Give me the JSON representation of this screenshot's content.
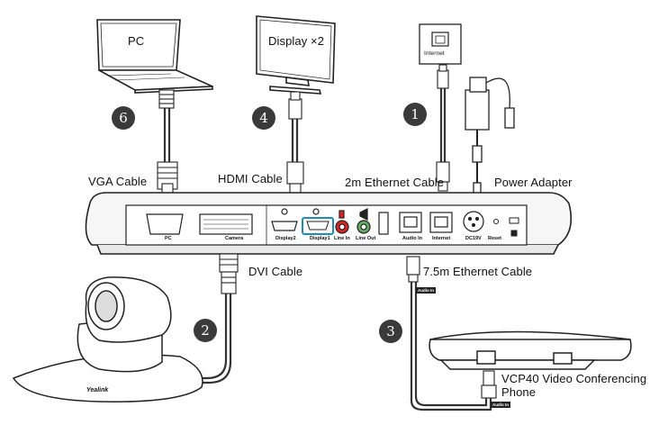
{
  "devices": {
    "pc": "PC",
    "display": "Display ×2",
    "internet_jack": "Internet",
    "camera_brand": "Yealink",
    "phone": [
      "VCP40 Video Conferencing",
      "Phone"
    ]
  },
  "cables": {
    "vga": "VGA Cable",
    "hdmi": "HDMI Cable",
    "eth2": "2m Ethernet Cable",
    "power": "Power Adapter",
    "dvi": "DVI Cable",
    "eth75": "7.5m Ethernet Cable"
  },
  "steps": [
    "1",
    "2",
    "3",
    "4",
    "6"
  ],
  "ports": [
    "PC",
    "Camera",
    "Display2",
    "Display1",
    "Line In",
    "Line Out",
    "Audio In",
    "Internet",
    "DC19V",
    "Reset"
  ],
  "cable_tags": [
    "Audio In",
    "Audio In"
  ]
}
